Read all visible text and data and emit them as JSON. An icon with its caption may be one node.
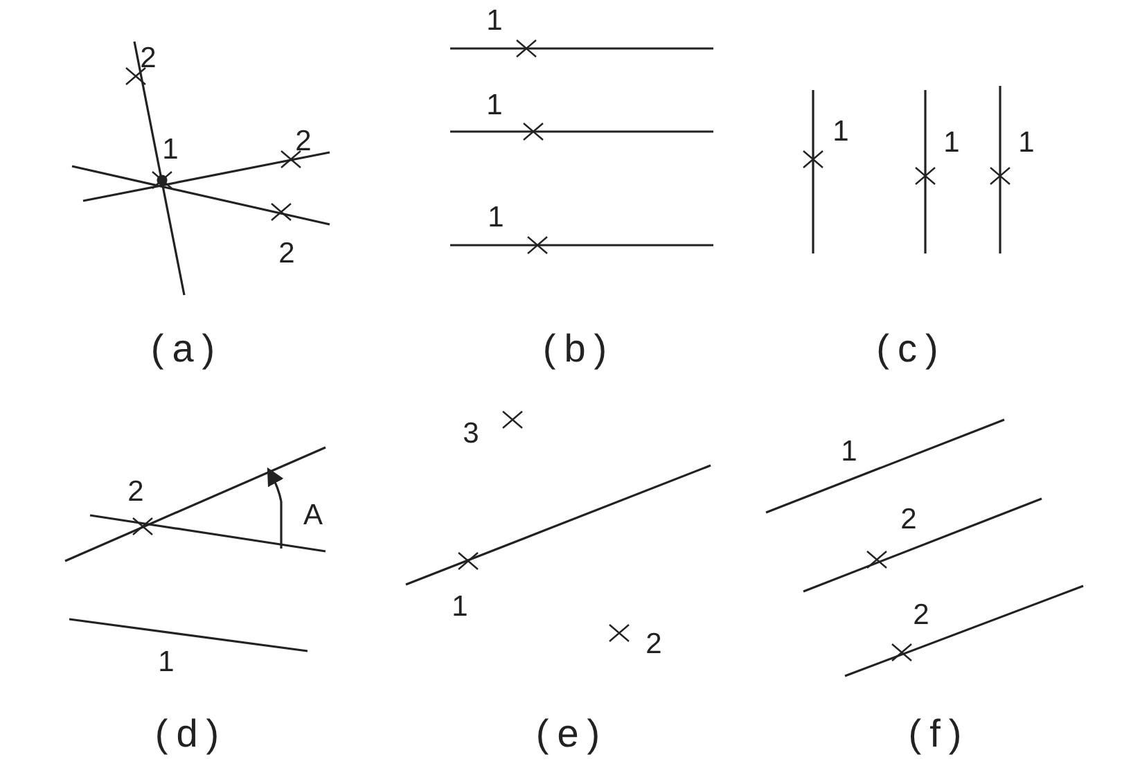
{
  "diagram": {
    "labels": [
      "2",
      "1",
      "2",
      "2",
      "(a)",
      "1",
      "1",
      "1",
      "(b)",
      "1",
      "1",
      "1",
      "(c)",
      "2",
      "A",
      "1",
      "(d)",
      "3",
      "1",
      "2",
      "(e)",
      "1",
      "2",
      "2",
      "(f)"
    ]
  }
}
